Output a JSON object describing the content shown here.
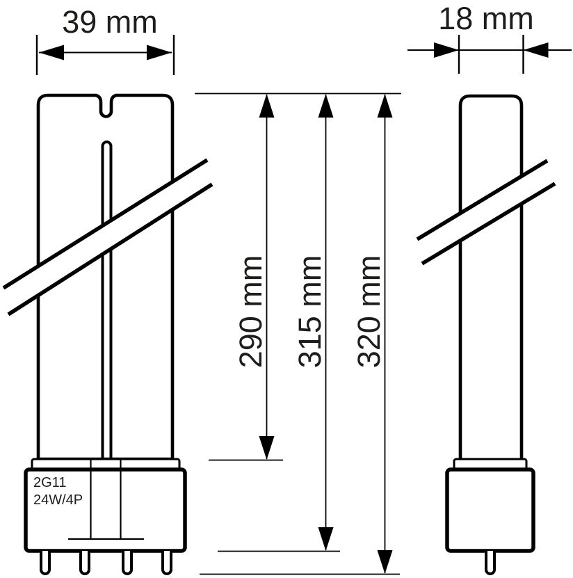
{
  "diagram": {
    "type": "technical-dimension-drawing",
    "subject": "compact fluorescent lamp (2G11 base), front and side views",
    "front_view": {
      "width_label": "39 mm",
      "socket_label": "2G11",
      "power_label": "24W/4P"
    },
    "side_view": {
      "width_label": "18 mm"
    },
    "length_labels": {
      "tube": "290 mm",
      "to_base_bottom": "315 mm",
      "overall": "320 mm"
    },
    "colors": {
      "line": "#000000",
      "text": "#1d1d1b",
      "background": "#ffffff"
    }
  }
}
